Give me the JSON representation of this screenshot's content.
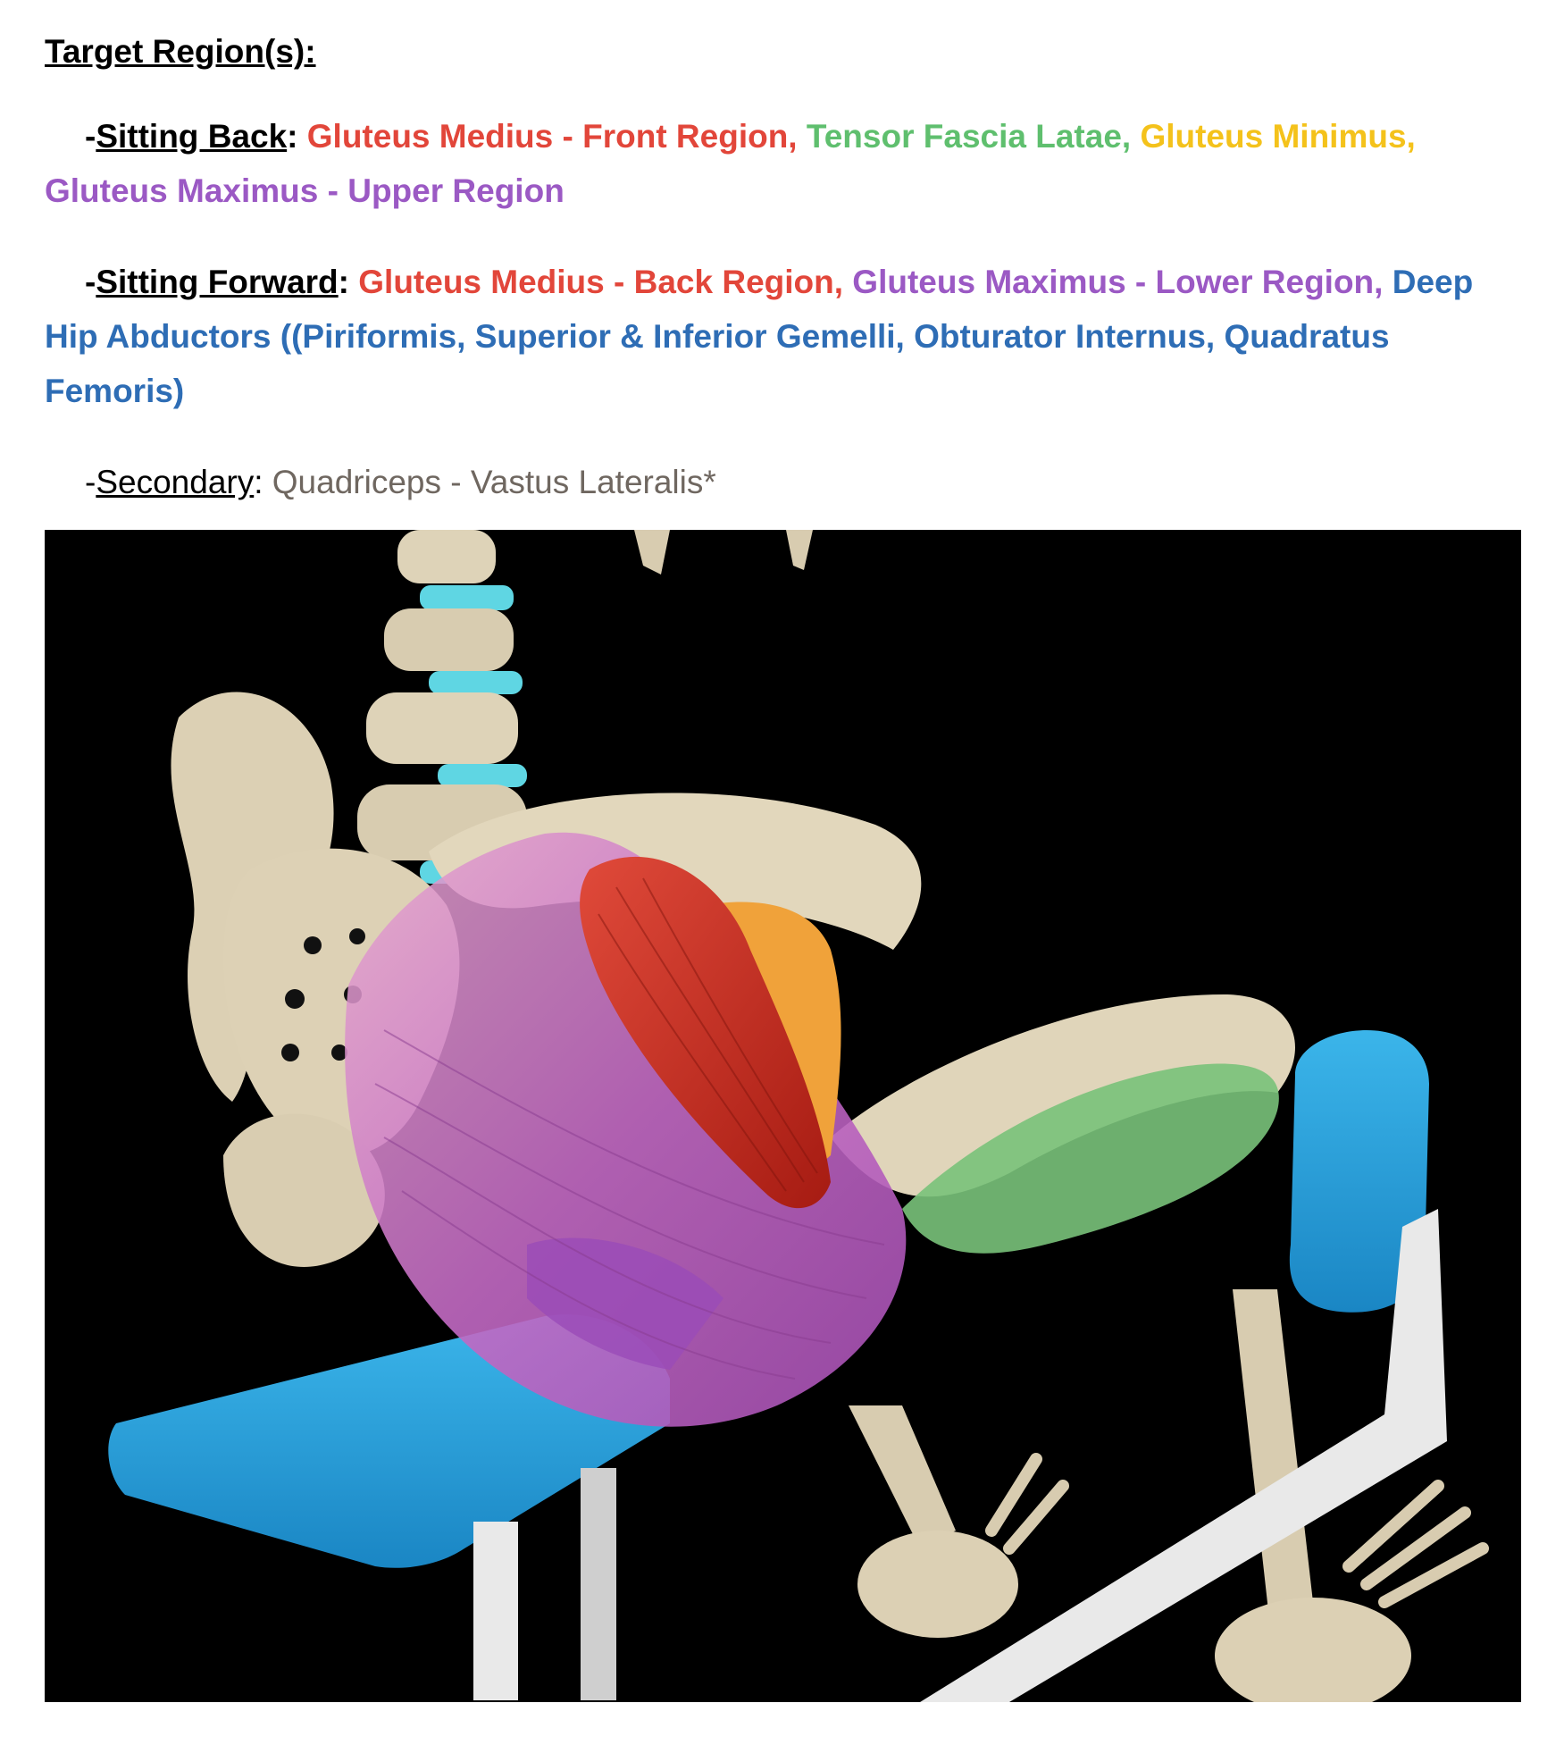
{
  "colors": {
    "red": "#e2463a",
    "green": "#5fbf6e",
    "yellow": "#f4c21b",
    "purple": "#9b59c4",
    "blue": "#2e6db5",
    "gray": "#6f6760",
    "black": "#000000"
  },
  "heading": "Target Region(s):",
  "sections": [
    {
      "dash": "-",
      "label": "Sitting Back",
      "colon": ":",
      "items": [
        {
          "text": " Gluteus Medius - Front Region,",
          "color": "red"
        },
        {
          "text": " Tensor Fascia Latae,",
          "color": "green"
        },
        {
          "text": " Gluteus Minimus,",
          "color": "yellow"
        },
        {
          "text": " Gluteus Maximus - Upper Region",
          "color": "purple"
        }
      ]
    },
    {
      "dash": "-",
      "label": "Sitting Forward",
      "colon": ":",
      "items": [
        {
          "text": " Gluteus Medius - Back Region,",
          "color": "red"
        },
        {
          "text": " Gluteus Maximus - Lower Region,",
          "color": "purple"
        },
        {
          "text": " Deep Hip Abductors ((Piriformis, Superior & Inferior Gemelli, Obturator Internus, Quadratus Femoris)",
          "color": "blue"
        }
      ]
    },
    {
      "dash": "-",
      "label": "Secondary",
      "colon": ":",
      "items": [
        {
          "text": " Quadriceps - Vastus Lateralis*",
          "color": "gray"
        }
      ]
    }
  ],
  "figure": {
    "icon": "anatomy-illustration-icon",
    "background": "#000000",
    "bone": "#ded3b8",
    "cartilage": "#5fd6e3",
    "bench": "#31a6df",
    "frame": "#e9e9e9",
    "gluteus_medius": "#c8281c",
    "gluteus_minimus": "#f0a23a",
    "tfl": "#79c27a",
    "gluteus_maximus": "#c86bc2"
  }
}
